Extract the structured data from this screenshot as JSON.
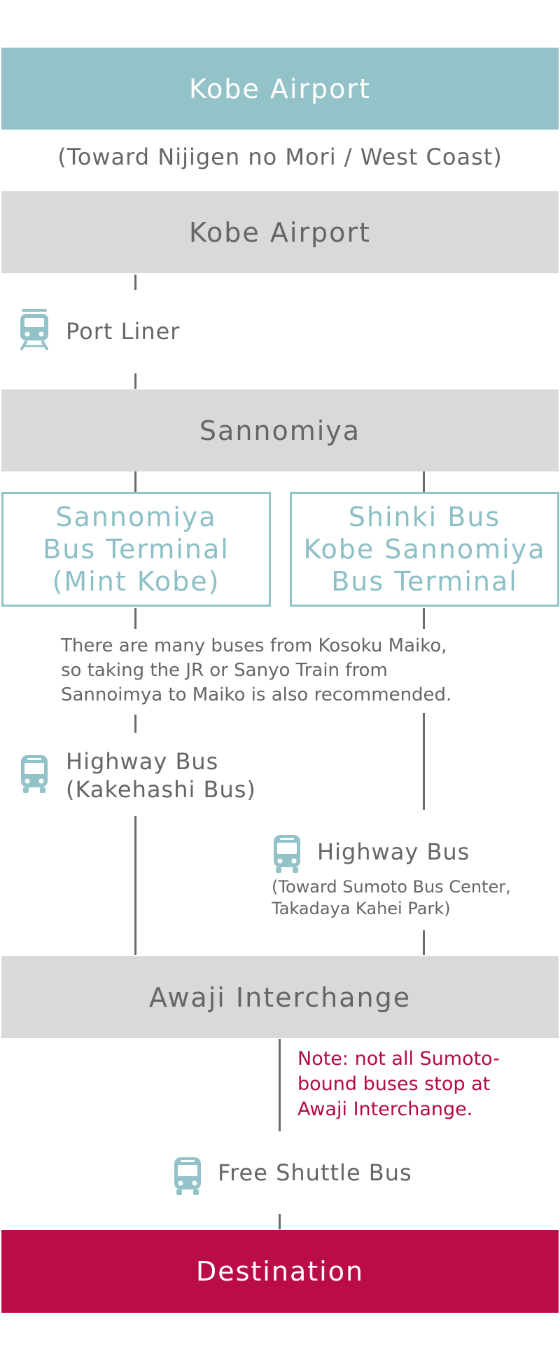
{
  "header": {
    "title": "Kobe Airport",
    "subtitle": "(Toward Nijigen no Mori / West Coast)"
  },
  "stations": {
    "start": "Kobe Airport",
    "transfer": "Sannomiya",
    "interchange": "Awaji Interchange",
    "destination": "Destination"
  },
  "terminals": {
    "left": [
      "Sannomiya",
      "Bus Terminal",
      "(Mint Kobe)"
    ],
    "right": [
      "Shinki Bus",
      "Kobe Sannomiya",
      "Bus Terminal"
    ]
  },
  "transport": {
    "port_liner": "Port Liner",
    "highway_bus_left": [
      "Highway Bus",
      "(Kakehashi Bus)"
    ],
    "highway_bus_right": "Highway Bus",
    "highway_bus_right_note": [
      "(Toward Sumoto Bus Center,",
      "Takadaya Kahei Park)"
    ],
    "shuttle": "Free Shuttle Bus"
  },
  "notes": {
    "maiko": [
      "There are many buses from Kosoku Maiko,",
      "so taking the JR or Sanyo Train from",
      "Sannoimya to Maiko is also recommended."
    ],
    "sumoto": [
      "Note: not all Sumoto-",
      "bound buses stop at",
      "Awaji Interchange."
    ]
  },
  "icons": {
    "train": "train-icon",
    "bus": "bus-icon"
  },
  "colors": {
    "teal": "#93c3c9",
    "gray_band": "#d9d9d9",
    "destination": "#bb0d45",
    "note_text": "#b30b44"
  }
}
